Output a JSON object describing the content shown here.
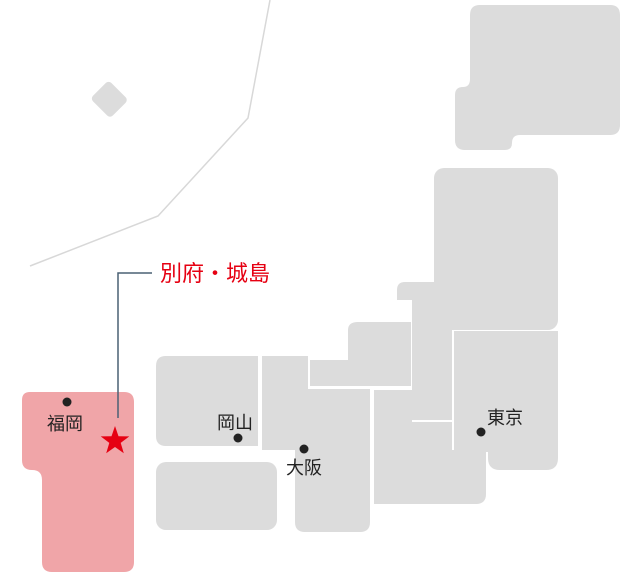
{
  "map": {
    "destination": {
      "label": "別府・城島",
      "marker": "star-icon",
      "color": "#e60012"
    },
    "cities": [
      {
        "name": "福岡"
      },
      {
        "name": "岡山"
      },
      {
        "name": "大阪"
      },
      {
        "name": "東京"
      }
    ],
    "colors": {
      "land": "#dcdcdc",
      "highlight_region": "#f0a5a8",
      "leader_line": "#4a6074",
      "star": "#e60012",
      "text": "#222222"
    }
  }
}
